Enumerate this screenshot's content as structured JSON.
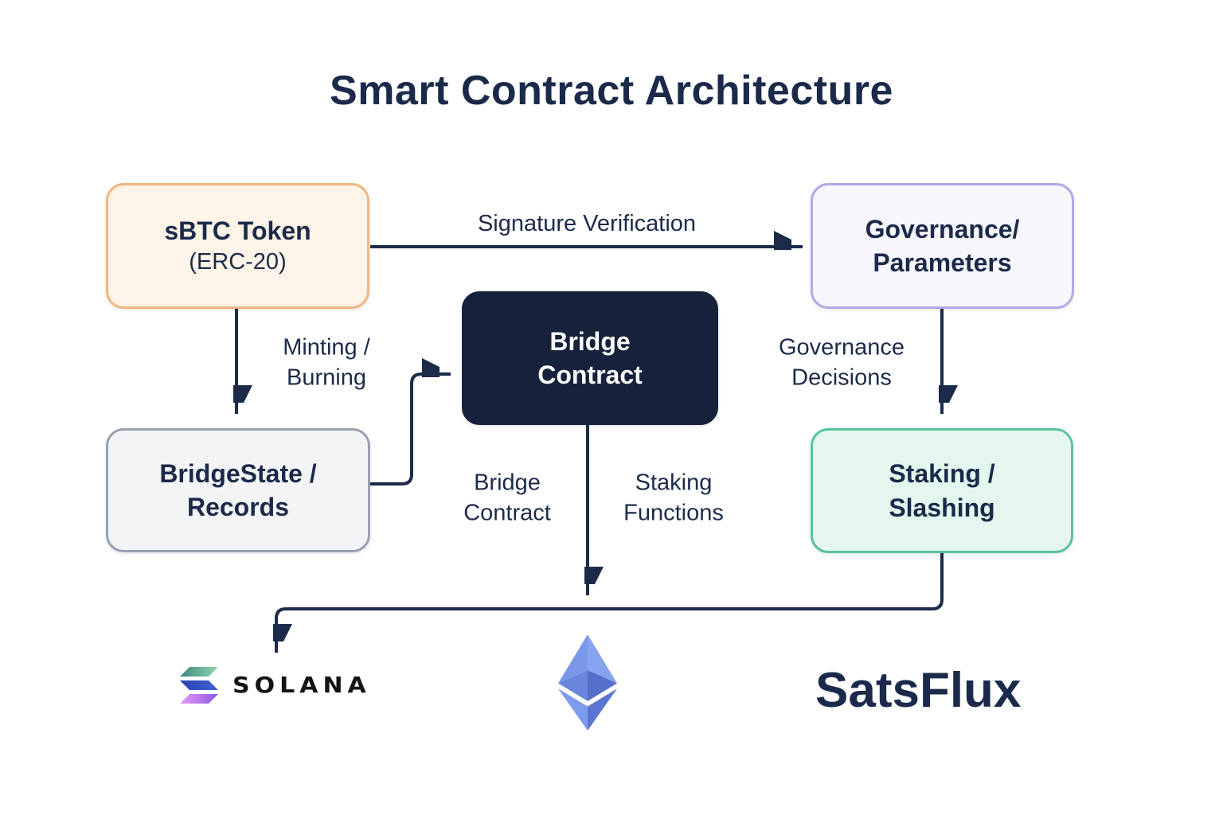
{
  "title": "Smart Contract Architecture",
  "nodes": {
    "sbtc": {
      "title": "sBTC Token",
      "subtitle": "(ERC-20)",
      "fill": "#fdf3e6",
      "border": "#f0b67e"
    },
    "governance": {
      "label": "Governance/\nParameters",
      "fill": "#f7f6fc",
      "border": "#b4a7e6"
    },
    "bridge": {
      "label": "Bridge\nContract",
      "fill": "#16223c",
      "text_color": "#ffffff"
    },
    "bridgestate": {
      "label": "BridgeState /\nRecords",
      "fill": "#f3f4f6",
      "border": "#98a1b0"
    },
    "staking": {
      "label": "Staking /\nSlashing",
      "fill": "#e5f6ee",
      "border": "#58c49a"
    }
  },
  "edge_labels": {
    "signature_verification": "Signature Verification",
    "minting_burning": "Minting /\nBurning",
    "governance_decisions": "Governance\nDecisions",
    "bridge_contract": "Bridge\nContract",
    "staking_functions": "Staking\nFunctions"
  },
  "logos": {
    "solana_wordmark": "SOLANA",
    "satsflux_wordmark": "SatsFlux",
    "solana_icon": "solana-bars-logo",
    "ethereum_icon": "ethereum-diamond-logo"
  },
  "colors": {
    "arrow": "#1c2b4a",
    "text": "#1b2a4a",
    "background": "#ffffff",
    "solana_gradient_top": [
      "#3d8580",
      "#8fd9ad"
    ],
    "solana_gradient_middle": [
      "#2c3fb2",
      "#3f63d4"
    ],
    "solana_gradient_bottom": [
      "#e79bee",
      "#8e56e6"
    ],
    "ethereum_blues": [
      "#87a4f0",
      "#7b97e8",
      "#6a86dc",
      "#5570c9",
      "#7e9aec",
      "#5a76d2"
    ]
  }
}
